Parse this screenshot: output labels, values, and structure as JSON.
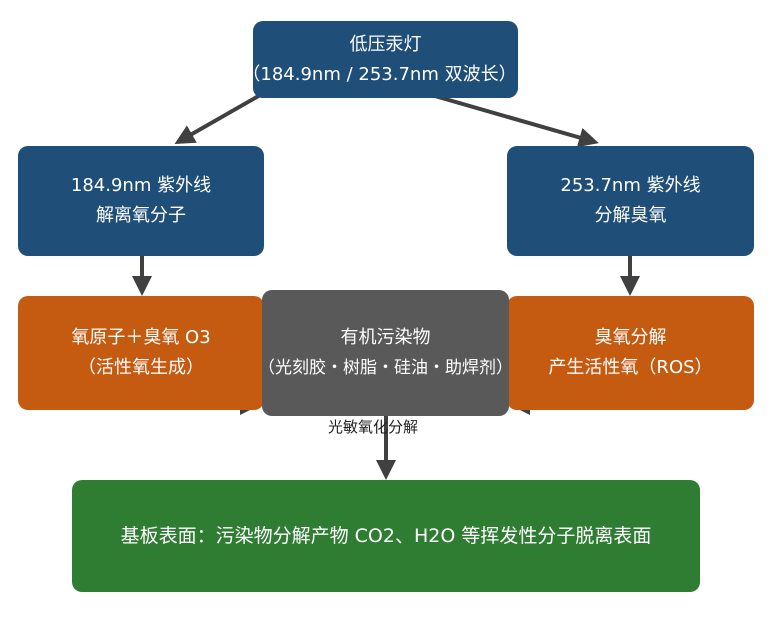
{
  "nodes": {
    "lamp": {
      "line1": "低压汞灯",
      "line2": "（184.9nm / 253.7nm 双波长）"
    },
    "uv185": {
      "line1": "184.9nm 紫外线",
      "line2": "解离氧分子"
    },
    "uv254": {
      "line1": "253.7nm 紫外线",
      "line2": "分解臭氧"
    },
    "oxygen_atom": {
      "line1": "氧原子＋臭氧 O3",
      "line2": "（活性氧生成）"
    },
    "pollutants": {
      "line1": "有机污染物",
      "line2": "（光刻胶・树脂・硅油・助焊剂）"
    },
    "ozone_decomp": {
      "line1": "臭氧分解",
      "line2": "产生活性氧（ROS）"
    },
    "substrate": {
      "line1": "基板表面：污染物分解产物 CO2、H2O 等挥发性分子脱离表面"
    }
  },
  "edges": {
    "photo_oxidation_label": "光敏氧化分解"
  },
  "colors": {
    "blue": "#1f4e79",
    "orange": "#c55a11",
    "gray": "#595959",
    "green": "#2e7d32",
    "arrow": "#404040"
  }
}
